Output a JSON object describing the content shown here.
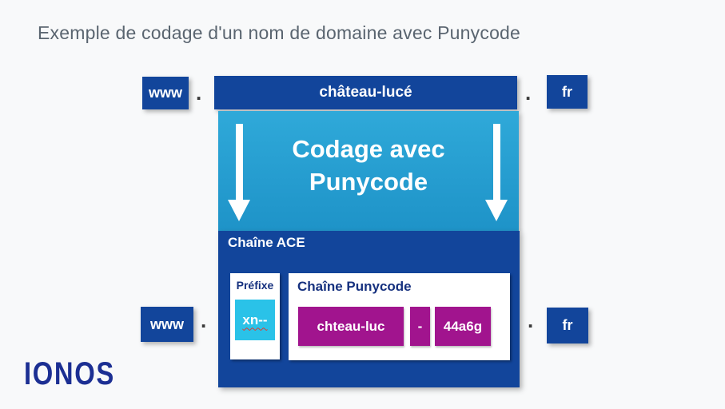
{
  "title": "Exemple de codage d'un nom de domaine avec Punycode",
  "colors": {
    "dark_blue": "#12459b",
    "cyan_top": "#2fa9d9",
    "cyan_bottom": "#1e93c8",
    "cyan_bright": "#2ac2e8",
    "magenta": "#a1148e",
    "navy_text": "#16317f",
    "background": "#f8f9fa",
    "title_text": "#5a6570",
    "logo_blue": "#1c2f93",
    "squiggle_red": "#e0382e"
  },
  "top_row": {
    "subdomain": "www",
    "domain": "château-lucé",
    "tld": "fr",
    "separator": "."
  },
  "encoding_box": {
    "line1": "Codage avec",
    "line2": "Punycode"
  },
  "ace_box": {
    "title": "Chaîne ACE",
    "prefix": {
      "label": "Préfixe",
      "value": "xn--"
    },
    "punycode": {
      "label": "Chaîne Punycode",
      "parts": [
        "chteau-luc",
        "-",
        "44a6g"
      ]
    }
  },
  "bottom_row": {
    "subdomain": "www",
    "tld": "fr",
    "separator": "."
  },
  "logo": "IONOS"
}
